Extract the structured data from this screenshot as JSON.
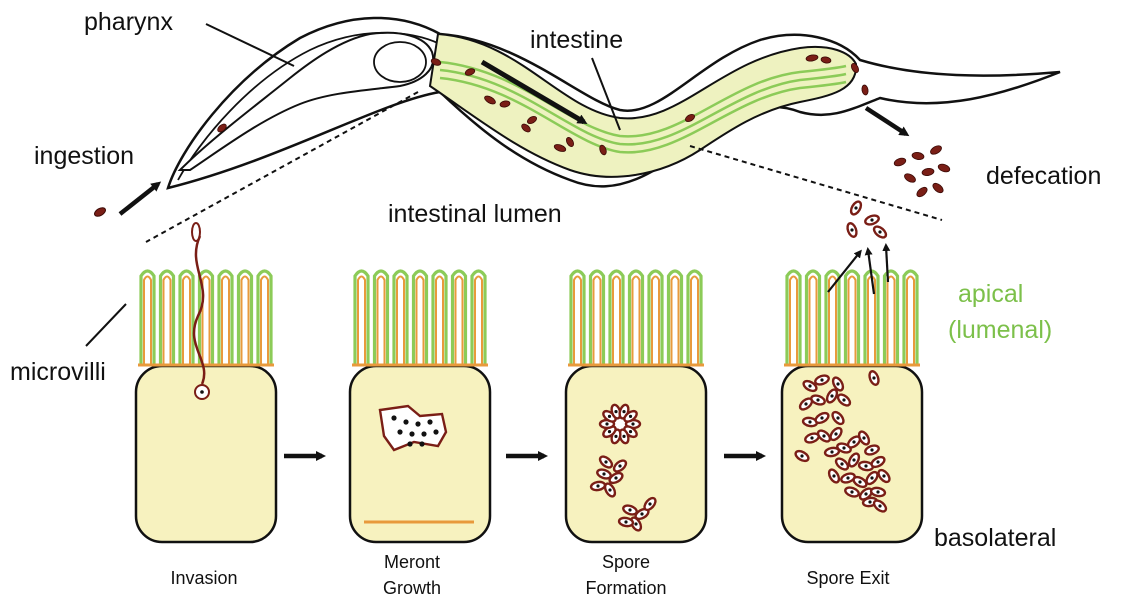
{
  "labels": {
    "pharynx": "pharynx",
    "intestine": "intestine",
    "ingestion": "ingestion",
    "defecation": "defecation",
    "intestinal_lumen": "intestinal lumen",
    "microvilli": "microvilli",
    "apical_line1": "apical",
    "apical_line2": "(lumenal)",
    "basolateral": "basolateral"
  },
  "stages": [
    {
      "line1": "Invasion",
      "line2": ""
    },
    {
      "line1": "Meront",
      "line2": "Growth"
    },
    {
      "line1": "Spore",
      "line2": "Formation"
    },
    {
      "line1": "Spore Exit",
      "line2": ""
    }
  ],
  "colors": {
    "cell_fill": "#f7f2bf",
    "intestine_fill": "#eef2c0",
    "microvilli_green": "#8ccb58",
    "membrane_orange": "#e89a3c",
    "spore_red": "#7a1e16",
    "apical_label_green": "#7cc04a",
    "outline": "#111111"
  }
}
